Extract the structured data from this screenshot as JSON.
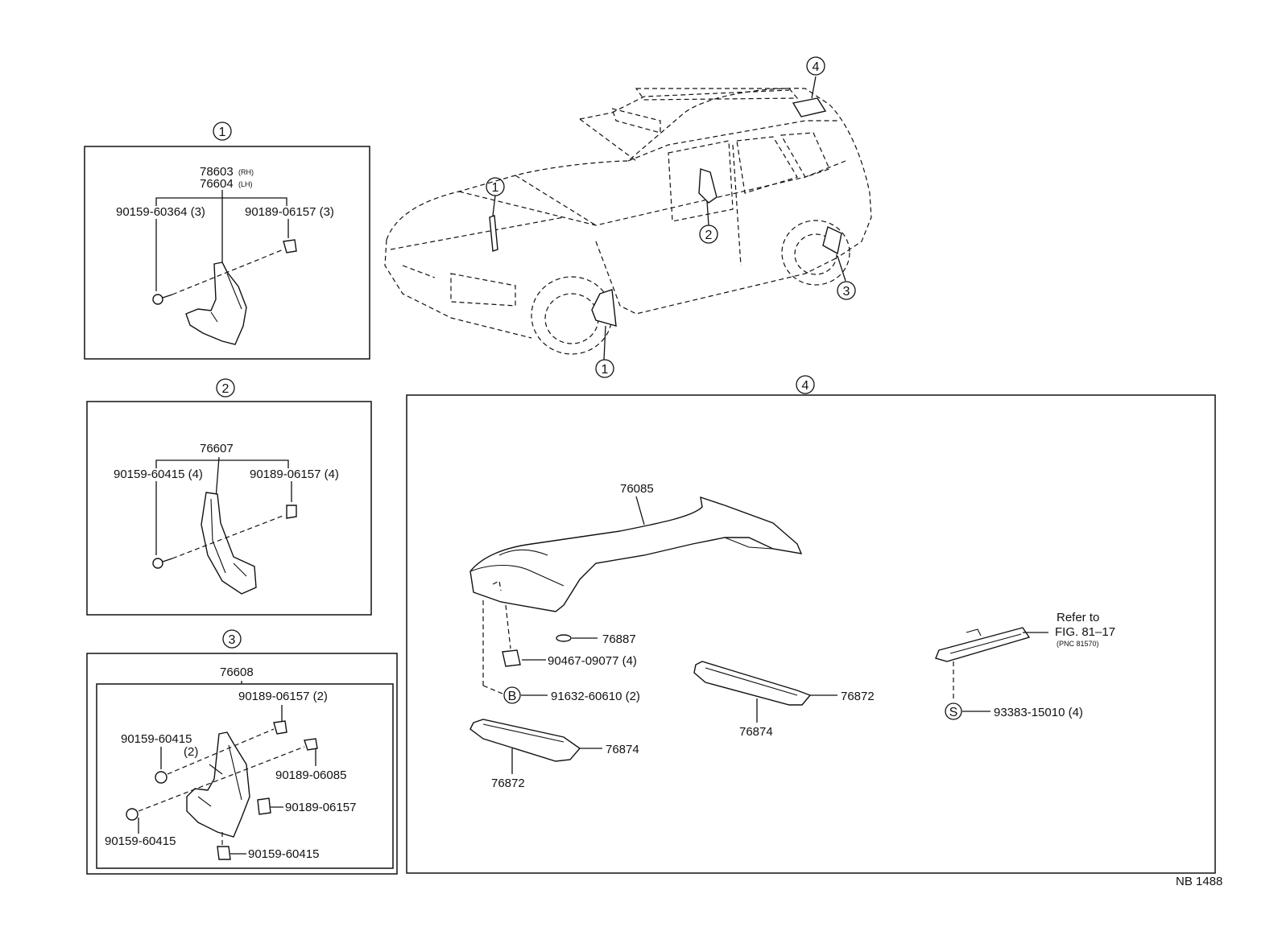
{
  "callouts": {
    "one": "1",
    "two": "2",
    "three": "3",
    "four": "4",
    "s": "S",
    "b": "B"
  },
  "panel1": {
    "part_main_rh": "78603",
    "rh_tag": "(RH)",
    "part_main_lh": "76604",
    "lh_tag": "(LH)",
    "screw": "90159-60364 (3)",
    "clip": "90189-06157 (3)"
  },
  "panel2": {
    "part_main": "76607",
    "screw": "90159-60415 (4)",
    "clip": "90189-06157 (4)"
  },
  "panel3": {
    "part_main": "76608",
    "clip_top": "90189-06157 (2)",
    "screw_left": "90159-60415",
    "screw_left_qty": "(2)",
    "clip_mid": "90189-06085",
    "clip_low": "90189-06157",
    "screw_low_left": "90159-60415",
    "screw_bottom": "90159-60415"
  },
  "panel4": {
    "spoiler": "76085",
    "grommet": "76887",
    "clip": "90467-09077 (4)",
    "bolt": "91632-60610 (2)",
    "seal_a": "76874",
    "seal_b": "76872",
    "seal_c": "76872",
    "seal_d": "76874",
    "refer_line1": "Refer to",
    "refer_line2": "FIG. 81–17",
    "refer_line3": "(PNC 81570)",
    "screw": "93383-15010 (4)"
  },
  "footer": {
    "code": "NB 1488"
  }
}
